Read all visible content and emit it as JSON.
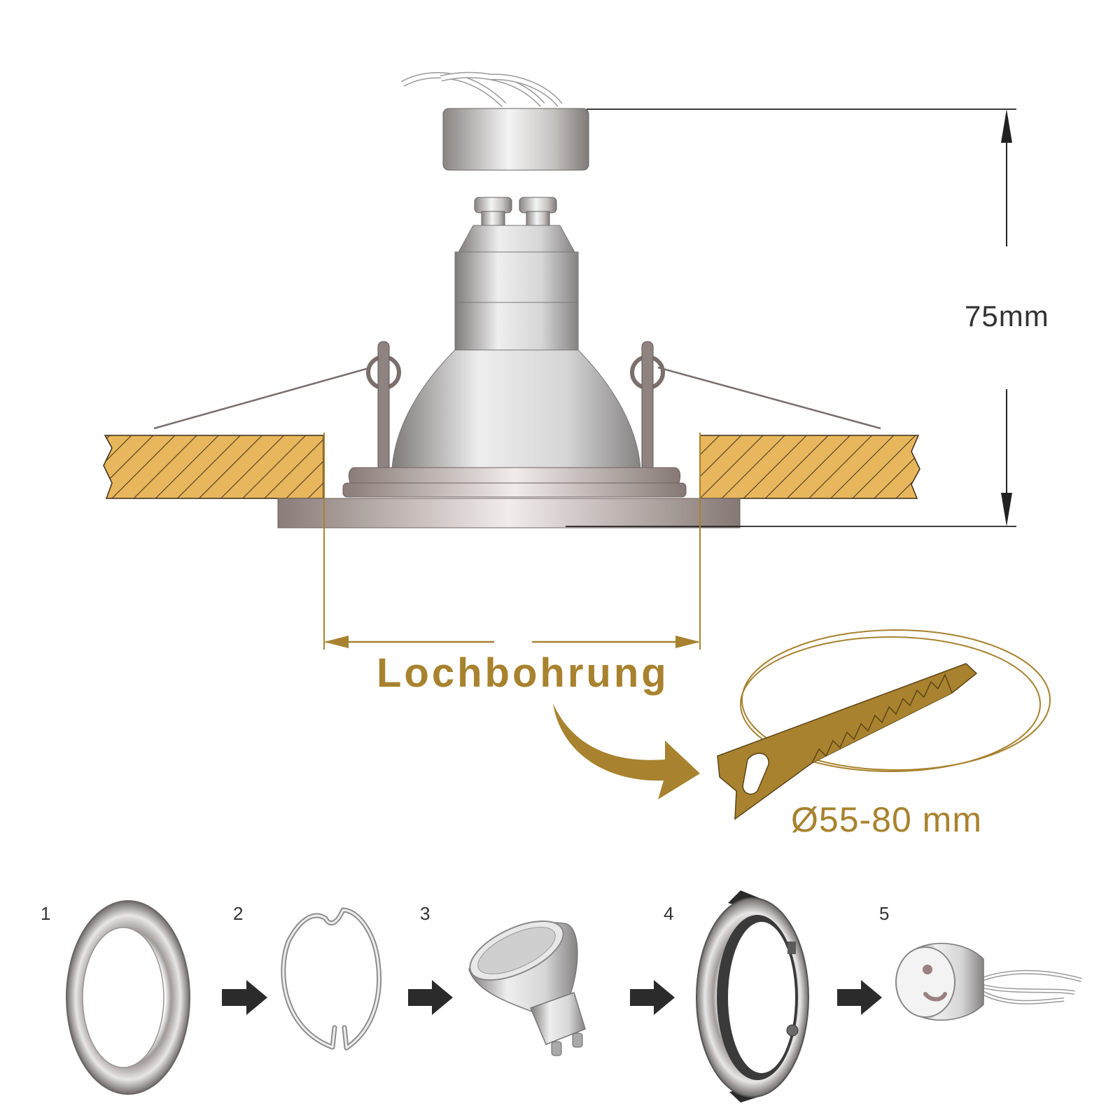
{
  "dimensions": {
    "height_label": "75mm",
    "hole_label": "Lochbohrung",
    "diameter_label": "Ø55-80 mm"
  },
  "steps": [
    {
      "number": "1",
      "part": "trim-ring"
    },
    {
      "number": "2",
      "part": "spring-clip"
    },
    {
      "number": "3",
      "part": "gu10-bulb"
    },
    {
      "number": "4",
      "part": "mounting-frame"
    },
    {
      "number": "5",
      "part": "gu10-socket"
    }
  ],
  "colors": {
    "accent_gold": "#A8822E",
    "wood": "#E8B65C",
    "metal_dark": "#7a726f",
    "metal_light": "#f2f2f2",
    "dimension_line": "#222222"
  }
}
